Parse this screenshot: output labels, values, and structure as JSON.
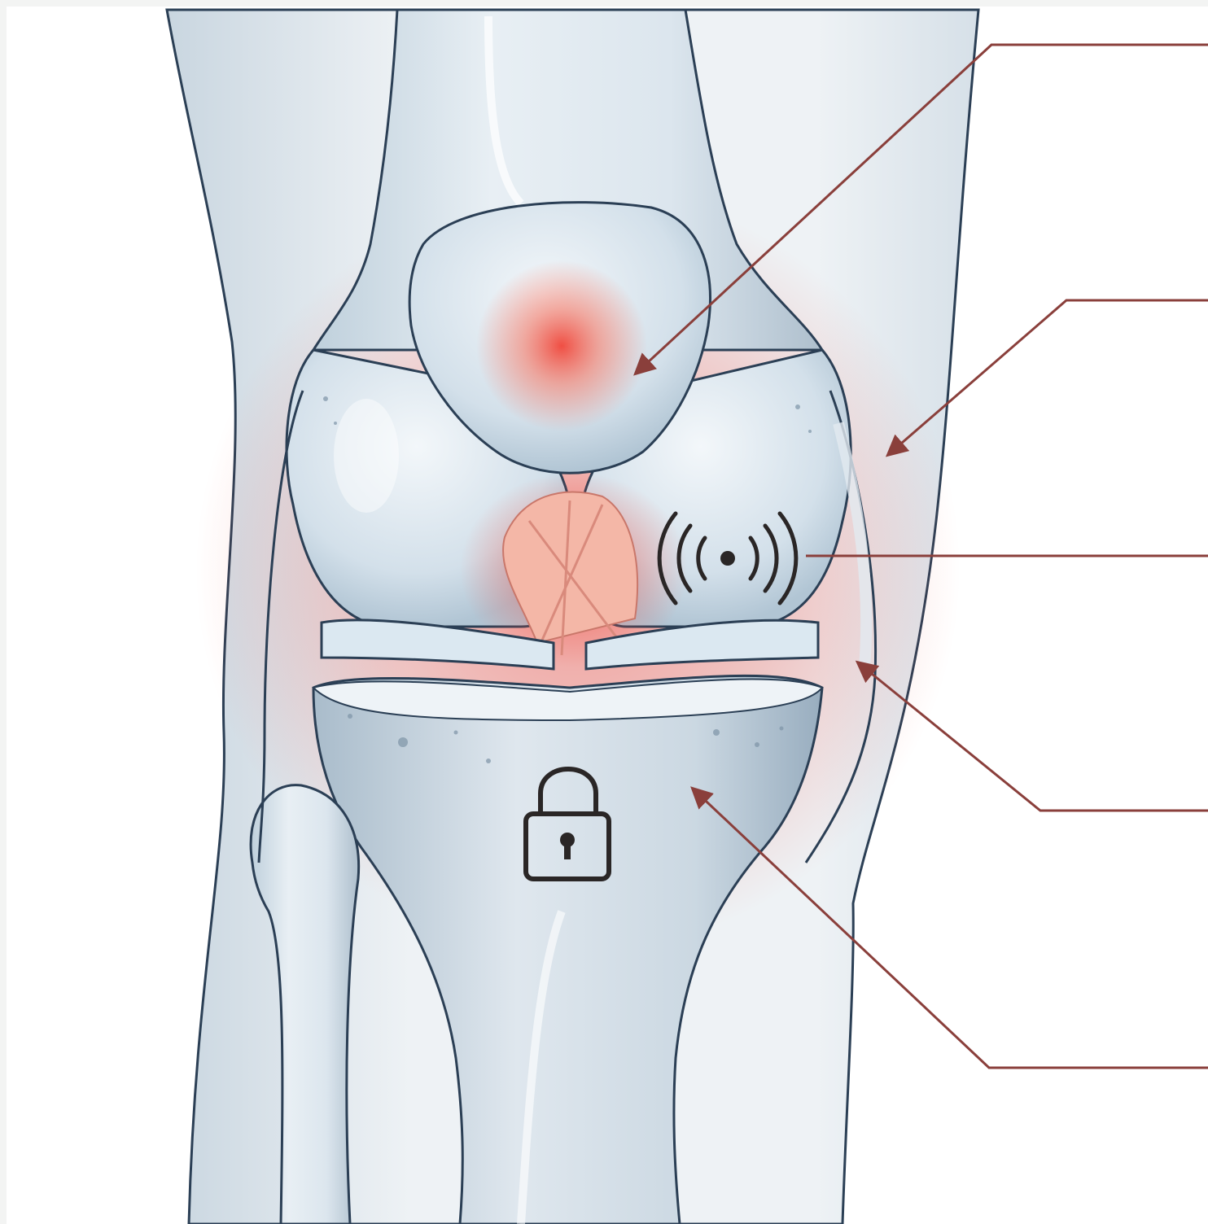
{
  "illustration": {
    "subject": "knee-joint-anterior-view",
    "colors": {
      "background": "#f3f4f3",
      "card": "#ffffff",
      "outline": "#2b3f55",
      "bone": "#dfe8ef",
      "bone_shadow": "#b7c8d6",
      "highlight": "#ffffff",
      "inflammation": "#f2564a",
      "ligament": "#f4b7a7",
      "leader_line": "#8a3f3b",
      "icon": "#2a2626"
    },
    "icons": [
      "vibration-icon",
      "padlock-icon"
    ],
    "callouts": [
      {
        "name": "callout-patella",
        "target": "patella-inflammation"
      },
      {
        "name": "callout-lateral-joint",
        "target": "lateral-femoral-condyle-edge"
      },
      {
        "name": "callout-vibration",
        "target": "vibration-icon"
      },
      {
        "name": "callout-lateral-ligament",
        "target": "lateral-collateral-ligament"
      },
      {
        "name": "callout-tibia",
        "target": "tibial-plateau"
      }
    ]
  }
}
